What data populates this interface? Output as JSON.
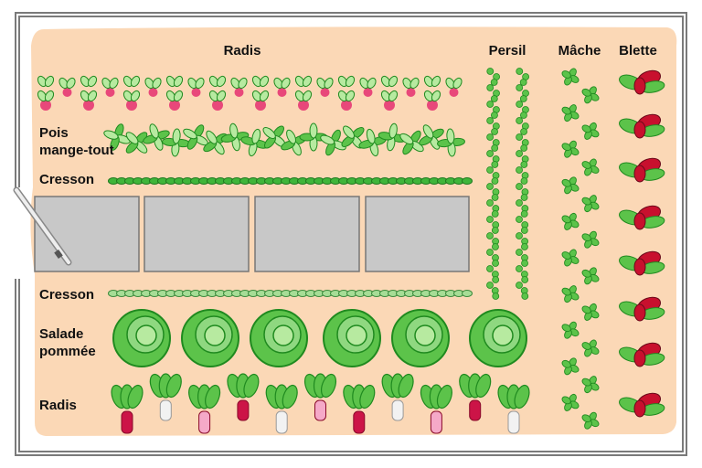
{
  "labels": {
    "radis_top": "Radis",
    "persil": "Persil",
    "mache": "Mâche",
    "blette": "Blette",
    "pois_line1": "Pois",
    "pois_line2": "mange-tout",
    "cresson_top": "Cresson",
    "cresson_bottom": "Cresson",
    "salade_line1": "Salade",
    "salade_line2": "pommée",
    "radis_bottom": "Radis"
  },
  "colors": {
    "soil": "#fbd8b6",
    "frame": "#7a7a7a",
    "box": "#c8c8c8",
    "leaf_dark": "#1f8a1f",
    "leaf": "#5cc34a",
    "leaf_light": "#b7eaa0",
    "radish_pink": "#e8487a",
    "radish_red": "#cc1447",
    "radish_light_pink": "#f5a9c8",
    "radish_white": "#f2f2f2",
    "chard_red": "#c8102e"
  },
  "bottom_radish_colors": [
    "red",
    "white",
    "pink",
    "red",
    "white",
    "pink",
    "red",
    "white",
    "pink",
    "red",
    "white"
  ]
}
